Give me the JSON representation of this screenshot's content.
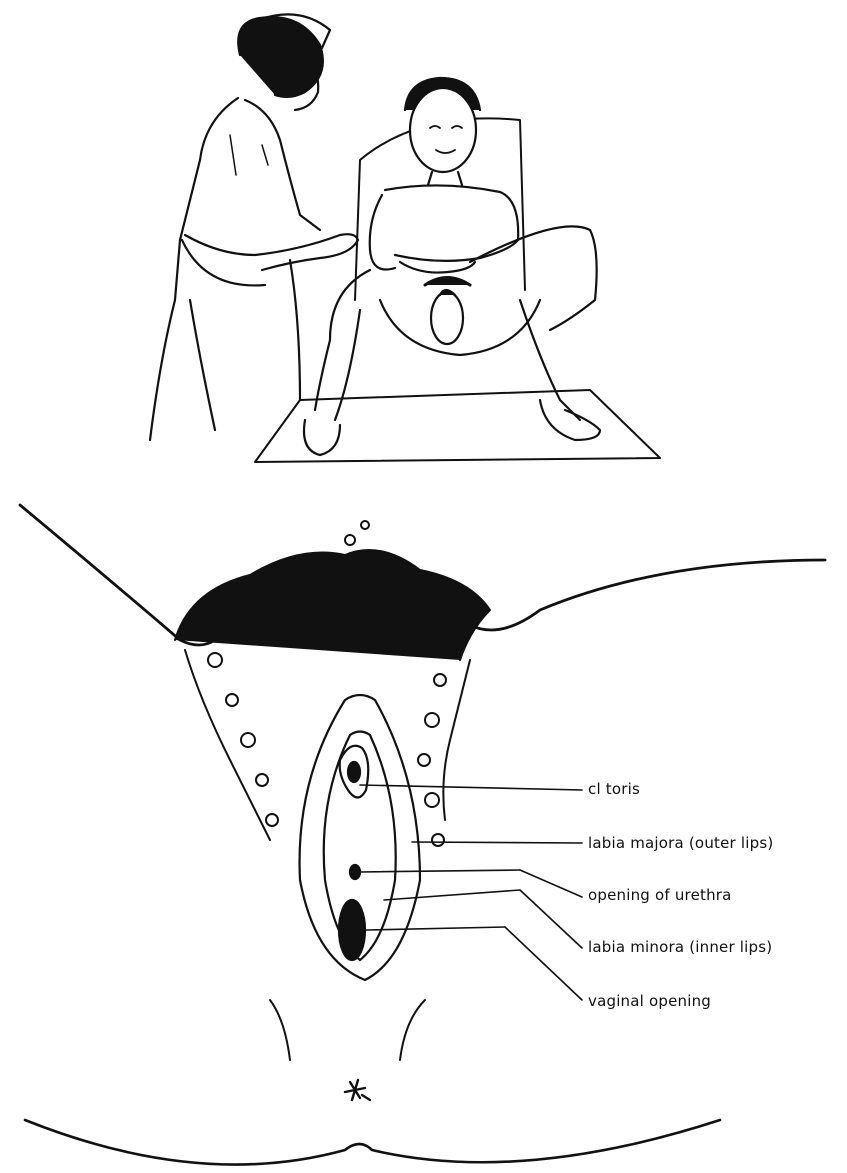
{
  "labels": {
    "clitoris": "cl toris",
    "labia_majora": "labia majora (outer lips)",
    "urethra": "opening of urethra",
    "labia_minora": "labia minora (inner lips)",
    "vaginal_opening": "vaginal opening"
  },
  "colors": {
    "ink": "#111111",
    "background": "#ffffff"
  }
}
